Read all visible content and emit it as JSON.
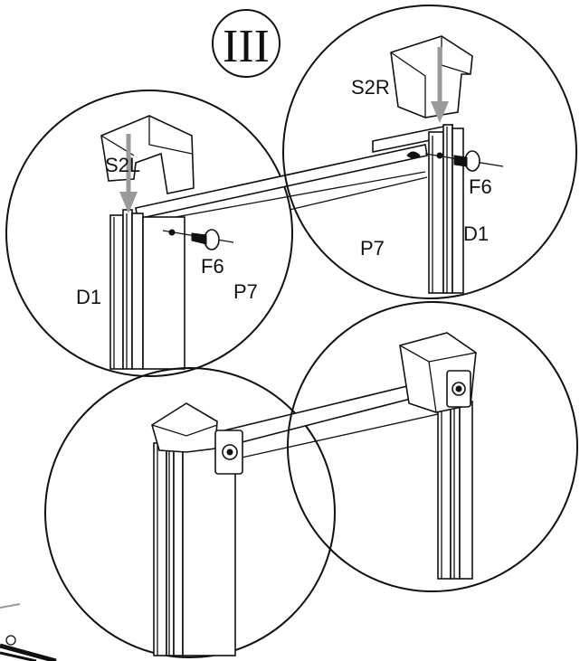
{
  "step_marker": "III",
  "labels": {
    "s2l": "S2L",
    "s2r": "S2R",
    "f6_left": "F6",
    "f6_right": "F6",
    "d1_left": "D1",
    "d1_right": "D1",
    "p7_left": "P7",
    "p7_right": "P7"
  },
  "colors": {
    "line": "#111111",
    "arrow": "#9a9a9a",
    "background": "#ffffff"
  }
}
